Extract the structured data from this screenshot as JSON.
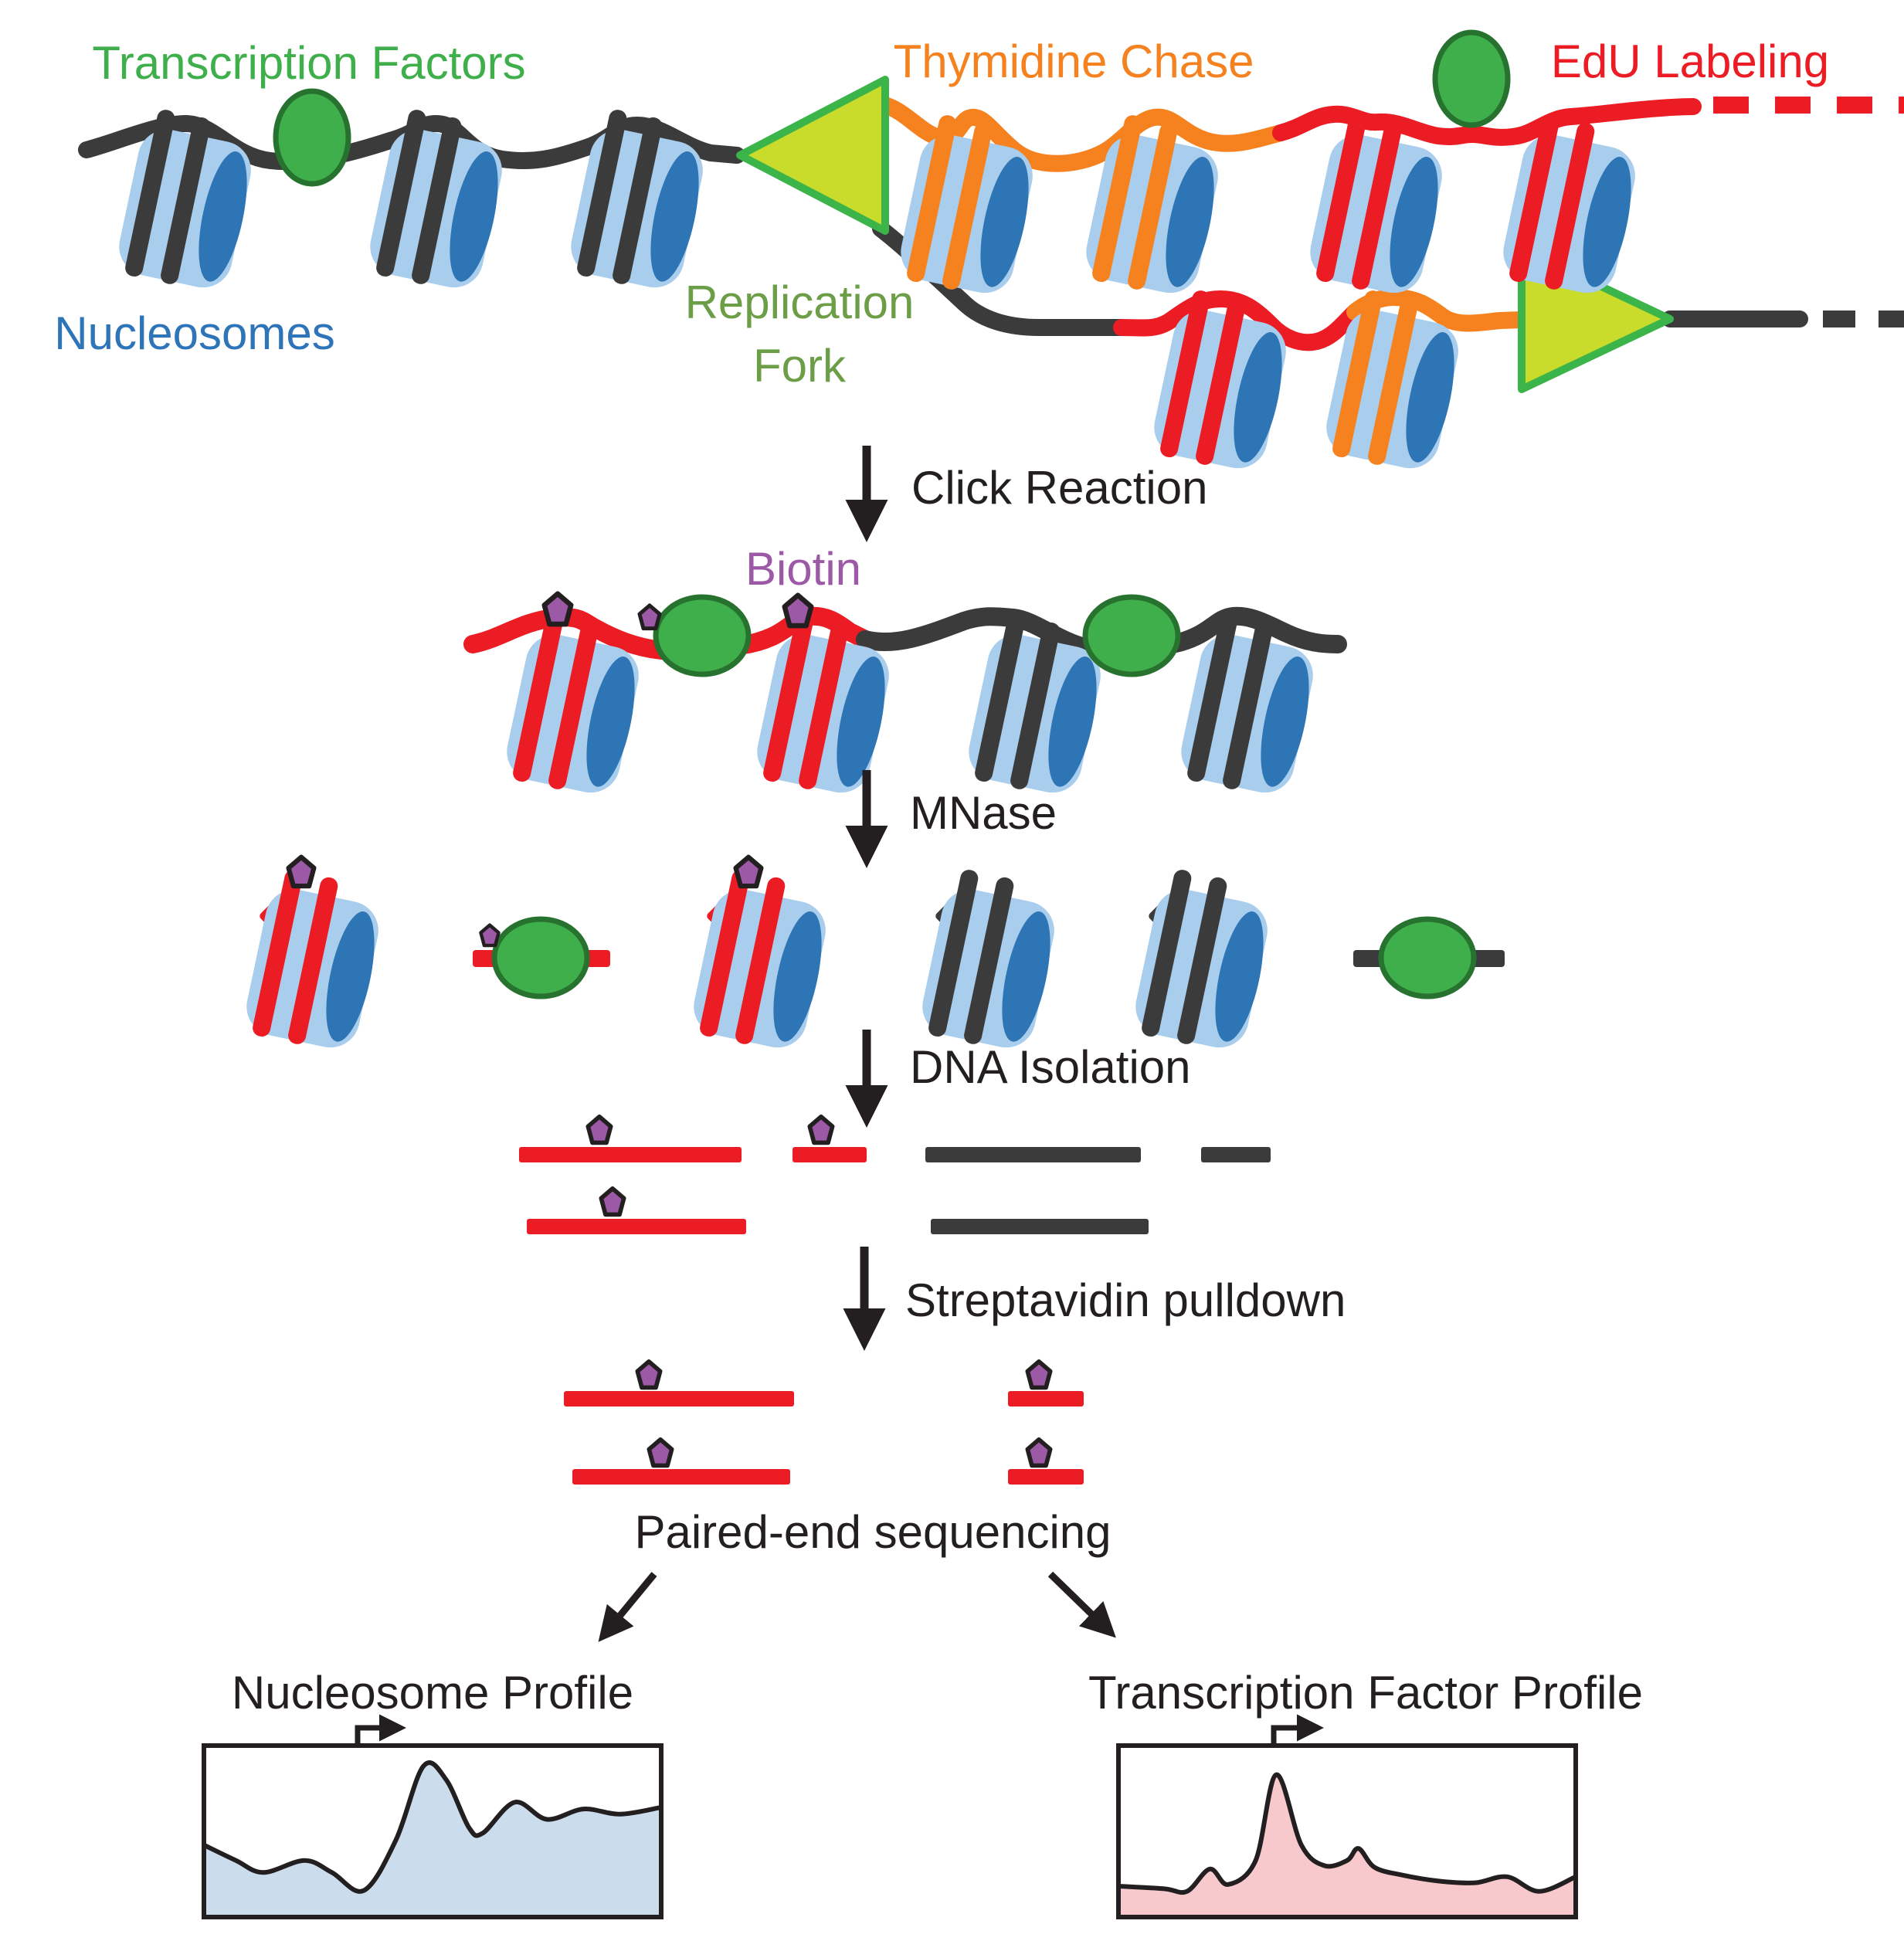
{
  "figure_labels": {
    "transcription_factors": "Transcription Factors",
    "nucleosomes": "Nucleosomes",
    "thymidine_chase": "Thymidine Chase",
    "edu_labeling": "EdU Labeling",
    "replication_fork_line1": "Replication",
    "replication_fork_line2": "Fork",
    "click_reaction": "Click Reaction",
    "biotin": "Biotin",
    "mnase": "MNase",
    "dna_isolation": "DNA Isolation",
    "streptavidin_pulldown": "Streptavidin pulldown",
    "paired_end_sequencing": "Paired-end sequencing"
  },
  "colors": {
    "ink": "#231F20",
    "red": "#EC1C24",
    "orange": "#F5821F",
    "green": "#3FAF4C",
    "green_dark": "#27722F",
    "olive": "#6B9E47",
    "blue_label": "#2E74B8",
    "dark": "#3B3B3B",
    "purple": "#9C59A5",
    "fork_fill": "#C9DB2B",
    "fork_stroke": "#3BB54A",
    "nucleosome_body": "#A9CDEC",
    "nucleosome_face": "#2E75B6",
    "profile_blue": "#CBDDED",
    "profile_pink": "#F7C9CC",
    "background": "#FFFFFF"
  },
  "chart_data": [
    {
      "type": "area",
      "title": "Nucleosome Profile",
      "xlabel": "",
      "ylabel": "",
      "legend": "none",
      "grid": false,
      "x_range": [
        0,
        1
      ],
      "y_range": [
        0,
        1
      ],
      "points": [
        [
          0,
          0.42
        ],
        [
          0.07,
          0.33
        ],
        [
          0.13,
          0.26
        ],
        [
          0.22,
          0.33
        ],
        [
          0.28,
          0.26
        ],
        [
          0.35,
          0.155
        ],
        [
          0.42,
          0.45
        ],
        [
          0.48,
          0.88
        ],
        [
          0.53,
          0.8
        ],
        [
          0.58,
          0.52
        ],
        [
          0.61,
          0.49
        ],
        [
          0.68,
          0.67
        ],
        [
          0.75,
          0.57
        ],
        [
          0.83,
          0.63
        ],
        [
          0.91,
          0.6
        ],
        [
          1,
          0.64
        ]
      ]
    },
    {
      "type": "area",
      "title": "Transcription Factor Profile",
      "xlabel": "",
      "ylabel": "",
      "legend": "none",
      "grid": false,
      "x_range": [
        0,
        1
      ],
      "y_range": [
        0,
        1
      ],
      "points": [
        [
          0,
          0.18
        ],
        [
          0.1,
          0.165
        ],
        [
          0.15,
          0.15
        ],
        [
          0.2,
          0.28
        ],
        [
          0.24,
          0.19
        ],
        [
          0.3,
          0.33
        ],
        [
          0.345,
          0.83
        ],
        [
          0.4,
          0.42
        ],
        [
          0.45,
          0.3
        ],
        [
          0.5,
          0.33
        ],
        [
          0.525,
          0.4
        ],
        [
          0.56,
          0.29
        ],
        [
          0.62,
          0.245
        ],
        [
          0.7,
          0.21
        ],
        [
          0.78,
          0.2
        ],
        [
          0.85,
          0.235
        ],
        [
          0.92,
          0.15
        ],
        [
          1,
          0.235
        ]
      ]
    }
  ]
}
